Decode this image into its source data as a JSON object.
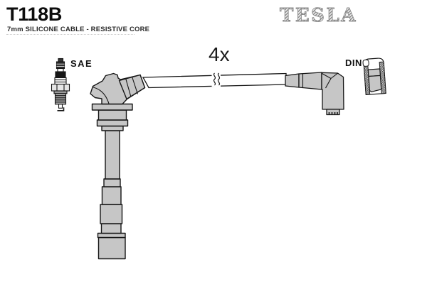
{
  "header": {
    "part_number": "T118B",
    "subtitle": "7mm SILICONE CABLE - RESISTIVE CORE",
    "brand": "TESLA"
  },
  "labels": {
    "quantity": "4x",
    "plug_end": "SAE",
    "coil_end": "DIN"
  },
  "colors": {
    "outline": "#1a1a1a",
    "boot_fill": "#c6c6c6",
    "brand_gray": "#8f8f8f",
    "background": "#ffffff"
  },
  "diagram": {
    "description_parts": [
      "spark-plug (SAE terminal)",
      "spark-plug-well boot with long shaft",
      "7mm silicone cable with break marks",
      "coil-end elbow boot",
      "DIN socket cross-section"
    ],
    "quantity_of_cables": 4
  }
}
